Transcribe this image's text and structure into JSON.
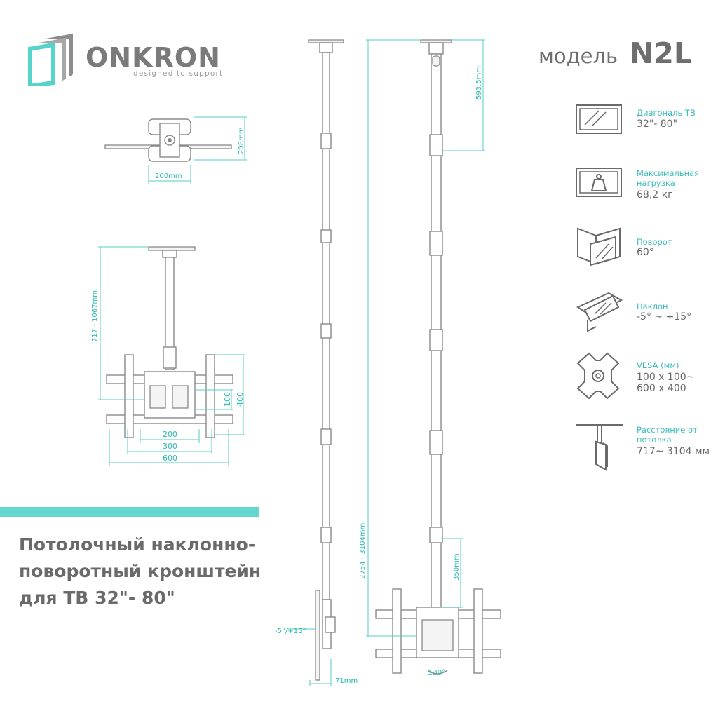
{
  "brand": {
    "name": "ONKRON",
    "tagline": "designed to support"
  },
  "model": {
    "label": "модель",
    "code": "N2L"
  },
  "features": [
    {
      "icon": "tv-diagonal-icon",
      "title": "Диагональ ТВ",
      "value": "32\"- 80\""
    },
    {
      "icon": "max-load-icon",
      "title": "Максимальная нагрузка",
      "value": "68,2 кг"
    },
    {
      "icon": "swivel-icon",
      "title": "Поворот",
      "value": "60°"
    },
    {
      "icon": "tilt-icon",
      "title": "Наклон",
      "value": "-5° ~ +15°"
    },
    {
      "icon": "vesa-icon",
      "title": "VESA (мм)",
      "value": "100 x 100~ 600 x 400"
    },
    {
      "icon": "ceiling-distance-icon",
      "title": "Расстояние от потолка",
      "value": "717~ 3104 мм"
    }
  ],
  "product_title": "Потолочный наклонно-поворотный кронштейн для ТВ 32\"- 80\"",
  "dimensions": {
    "top_height": "208mm",
    "top_width": "200mm",
    "front_height_range": "717 - 1067mm",
    "vesa_100": "100",
    "vesa_400": "400",
    "vesa_200": "200",
    "vesa_300": "300",
    "vesa_600": "600",
    "upper_segment": "593.5mm",
    "total_height_range": "2754 - 3104mm",
    "lower_segment": "350mm",
    "side_depth": "71mm",
    "tilt_range": "-5°/+15°",
    "swivel_range": "±30°"
  },
  "colors": {
    "accent": "#64d7cf",
    "dimension": "#29b9b2",
    "text_gray": "#6a6a6a"
  }
}
